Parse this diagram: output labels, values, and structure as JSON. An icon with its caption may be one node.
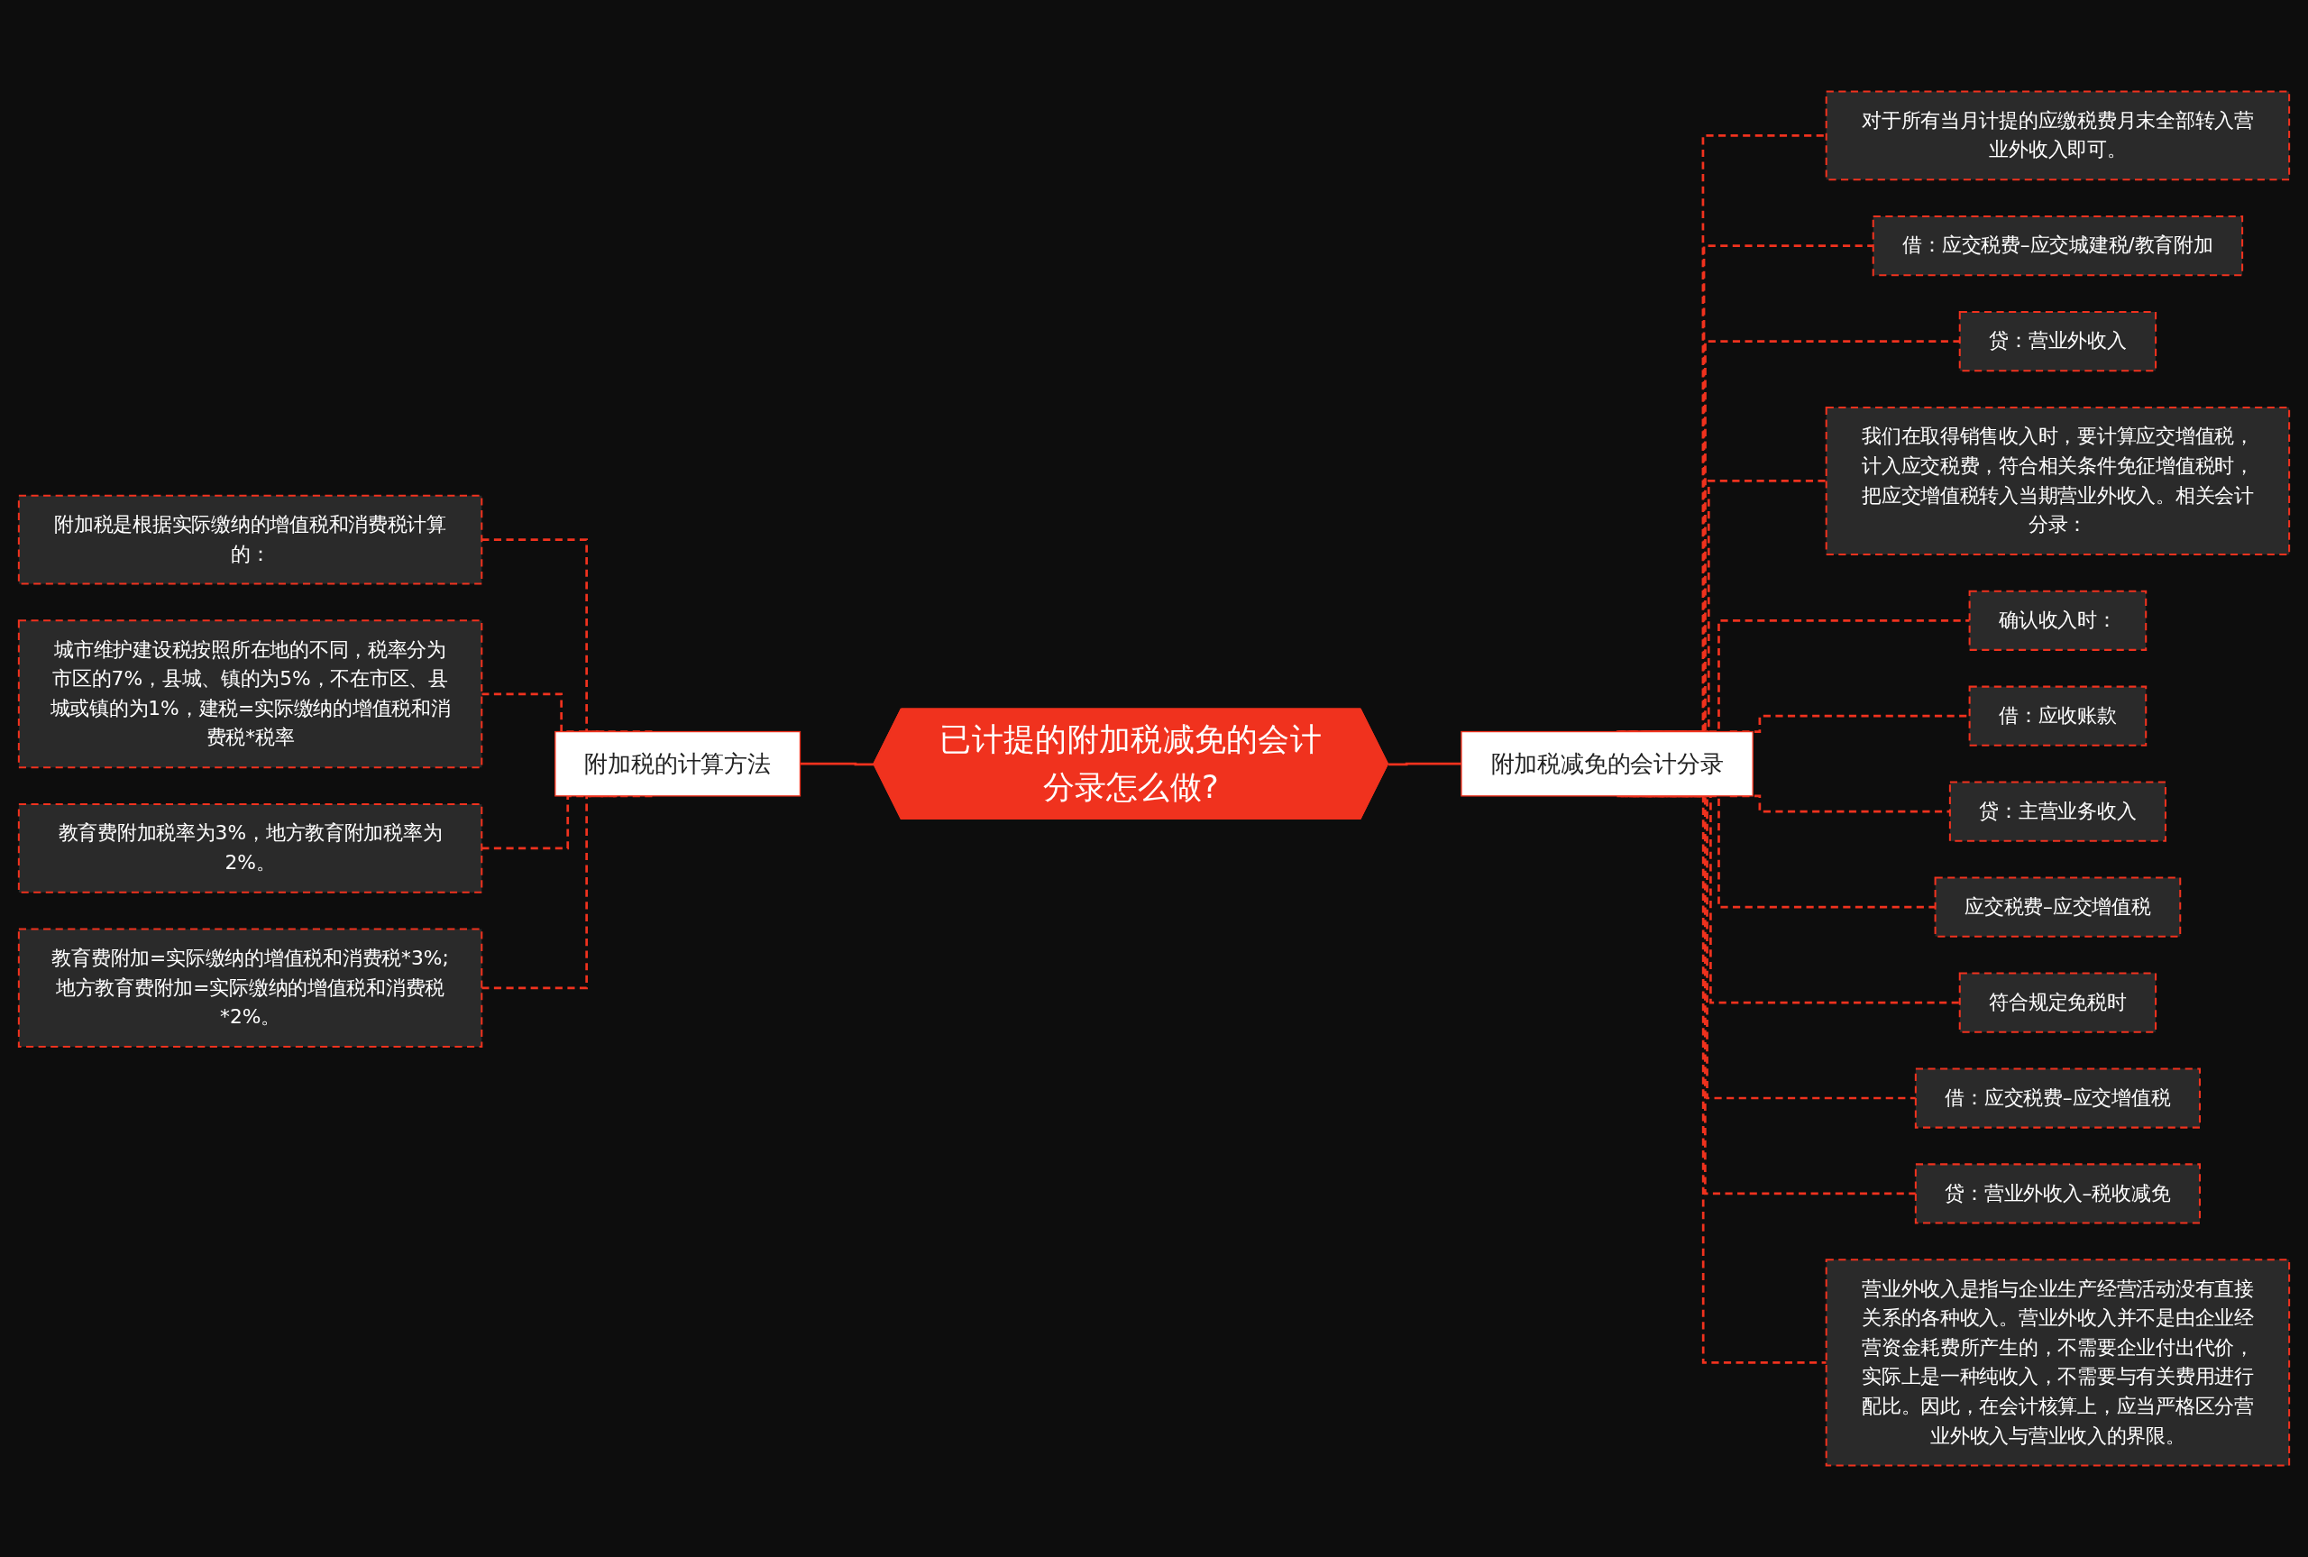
{
  "diagram": {
    "nodes": [
      {
        "text": [
          "已计提的附加税减免的会计分录怎么做?"
        ]
      },
      {
        "text": [
          "附加税的计算方法"
        ]
      },
      {
        "text": [
          "附加税是根据实际缴纳的增值税和消费税计算的："
        ]
      },
      {
        "text": [
          "城市维护建设税按照所在地的不同，税率分为市区的7%，县城、镇的为5%，不在市区、县城或镇的为1%，建税=实际缴纳的增值税和消费税*税率"
        ]
      },
      {
        "text": [
          "教育费附加税率为3%，地方教育附加税率为2%。"
        ]
      },
      {
        "text": [
          "教育费附加=实际缴纳的增值税和消费税*3%;地方教育费附加=实际缴纳的增值税和消费税*2%。"
        ]
      },
      {
        "text": [
          "附加税减免的会计分录"
        ]
      },
      {
        "text": [
          "对于所有当月计提的应缴税费月末全部转入营业外收入即可。"
        ]
      },
      {
        "text": [
          "借：应交税费–应交城建税/教育附加"
        ]
      },
      {
        "text": [
          "贷：营业外收入"
        ]
      },
      {
        "text": [
          "我们在取得销售收入时，要计算应交增值税，计入应交税费，符合相关条件免征增值税时，把应交增值税转入当期营业外收入。相关会计分录："
        ]
      },
      {
        "text": [
          "确认收入时："
        ]
      },
      {
        "text": [
          "借：应收账款"
        ]
      },
      {
        "text": [
          "贷：主营业务收入"
        ]
      },
      {
        "text": [
          "应交税费–应交增值税"
        ]
      },
      {
        "text": [
          "符合规定免税时"
        ]
      },
      {
        "text": [
          "借：应交税费–应交增值税"
        ]
      },
      {
        "text": [
          "贷：营业外收入–税收减免"
        ]
      },
      {
        "text": [
          "营业外收入是指与企业生产经营活动没有直接关系的各种收入。营业外收入并不是由企业经营资金耗费所产生的，不需要企业付出代价，实际上是一种纯收入，不需要与有关费用进行配比。因此，在会计核算上，应当严格区分营业外收入与营业收入的界限。"
        ]
      }
    ],
    "edges": [
      {
        "from": 2,
        "to": 1,
        "arrow": "none",
        "style": "dashed"
      },
      {
        "from": 3,
        "to": 1,
        "arrow": "none",
        "style": "dashed"
      },
      {
        "from": 4,
        "to": 1,
        "arrow": "none",
        "style": "dashed"
      },
      {
        "from": 5,
        "to": 1,
        "arrow": "none",
        "style": "dashed"
      },
      {
        "from": 1,
        "to": 0,
        "arrow": "none"
      },
      {
        "from": 0,
        "to": 6,
        "arrow": "none"
      },
      {
        "from": 6,
        "to": 7,
        "arrow": "none",
        "style": "dashed"
      },
      {
        "from": 6,
        "to": 8,
        "arrow": "none",
        "style": "dashed"
      },
      {
        "from": 6,
        "to": 9,
        "arrow": "none",
        "style": "dashed"
      },
      {
        "from": 6,
        "to": 10,
        "arrow": "none",
        "style": "dashed"
      },
      {
        "from": 6,
        "to": 11,
        "arrow": "none",
        "style": "dashed"
      },
      {
        "from": 6,
        "to": 12,
        "arrow": "none",
        "style": "dashed"
      },
      {
        "from": 6,
        "to": 13,
        "arrow": "none",
        "style": "dashed"
      },
      {
        "from": 6,
        "to": 14,
        "arrow": "none",
        "style": "dashed"
      },
      {
        "from": 6,
        "to": 15,
        "arrow": "none",
        "style": "dashed"
      },
      {
        "from": 6,
        "to": 16,
        "arrow": "none",
        "style": "dashed"
      },
      {
        "from": 6,
        "to": 17,
        "arrow": "none",
        "style": "dashed"
      },
      {
        "from": 6,
        "to": 18,
        "arrow": "none",
        "style": "dashed"
      }
    ]
  }
}
